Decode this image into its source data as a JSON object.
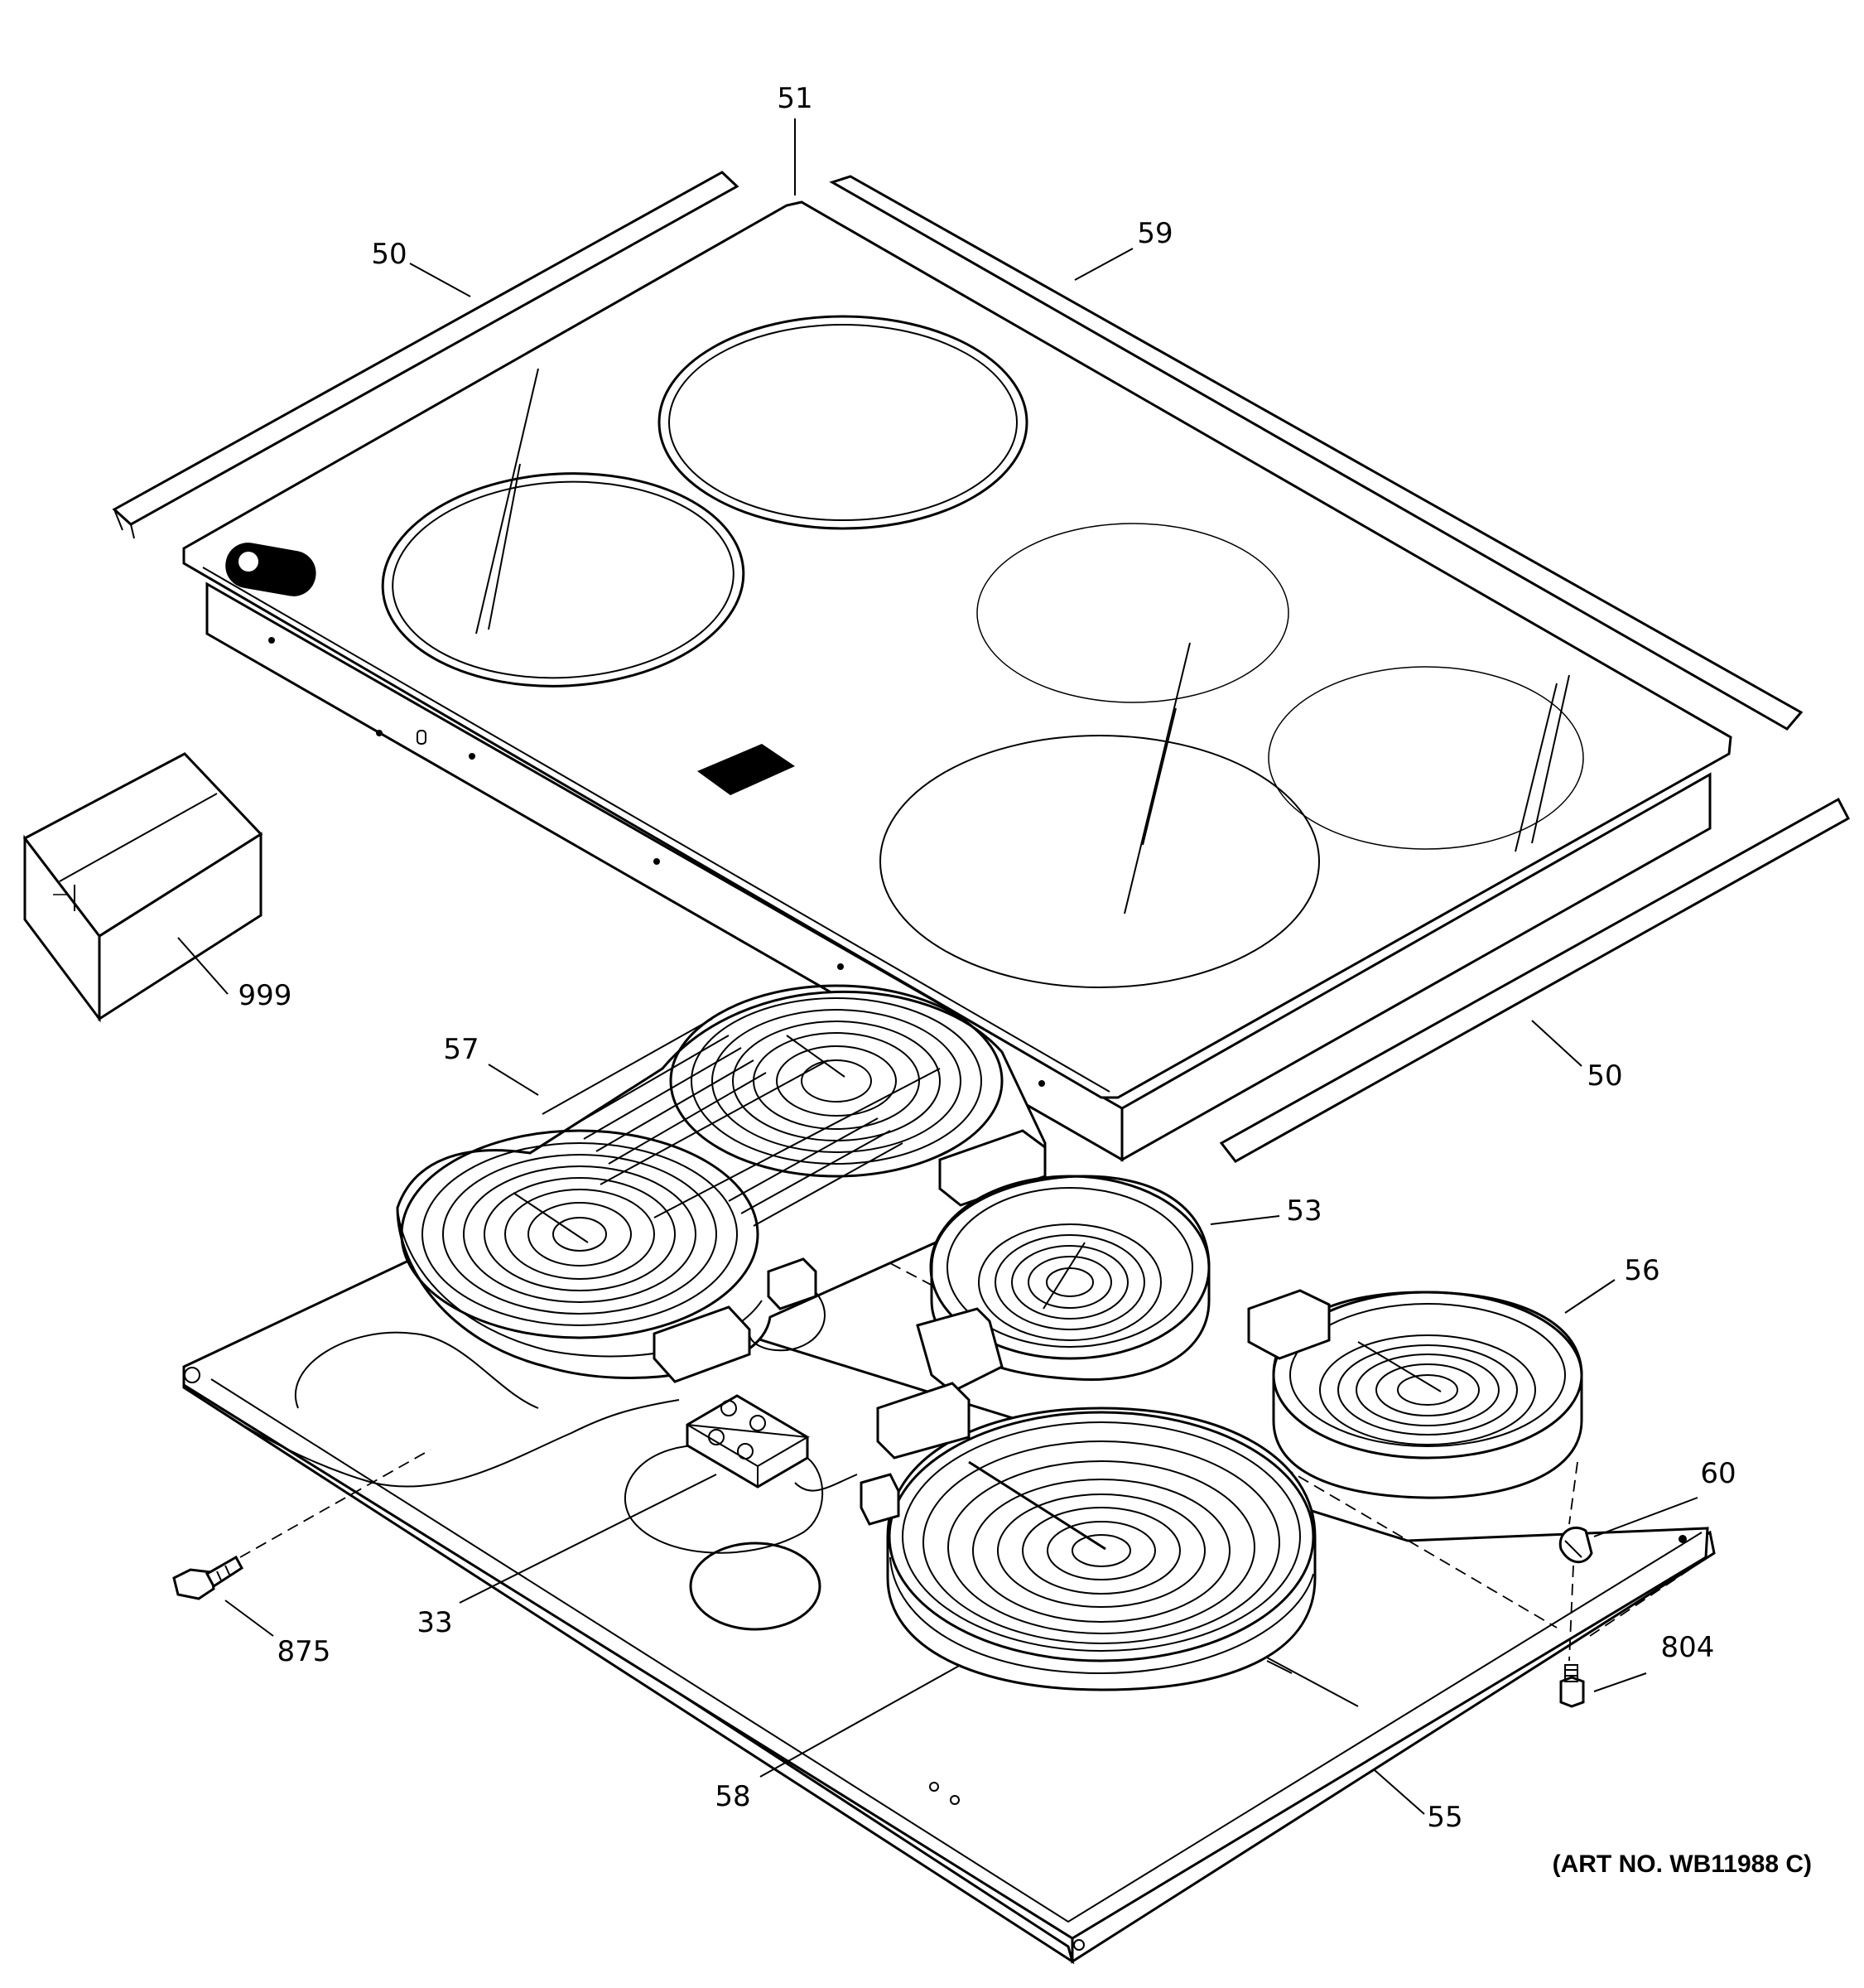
{
  "diagram": {
    "art_number": "(ART NO. WB11988 C)",
    "callouts": {
      "c50a": "50",
      "c51": "51",
      "c59": "59",
      "c999": "999",
      "c50b": "50",
      "c57": "57",
      "c53": "53",
      "c56": "56",
      "c60": "60",
      "c804": "804",
      "c875": "875",
      "c33": "33",
      "c58": "58",
      "c55": "55"
    }
  }
}
